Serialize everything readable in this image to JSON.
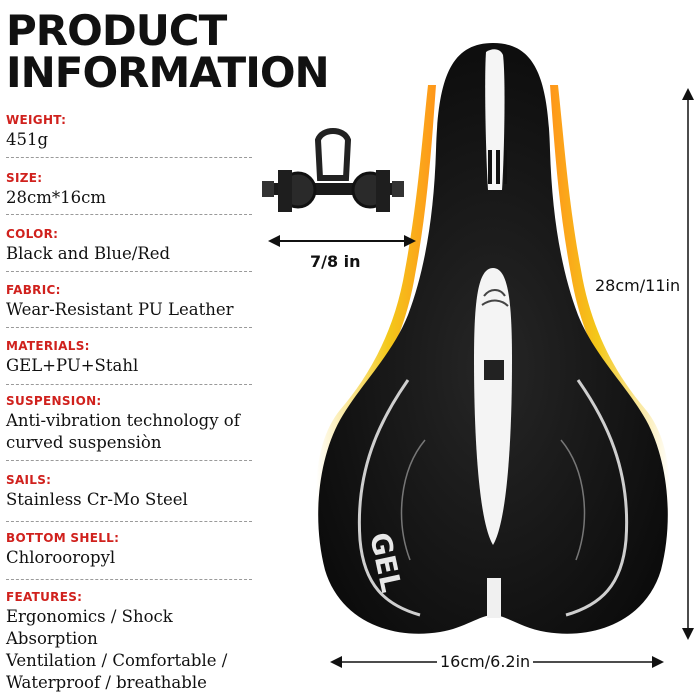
{
  "heading": {
    "line1": "PRODUCT",
    "line2": "INFORMATION"
  },
  "specs": [
    {
      "label": "WEIGHT:",
      "value_lines": [
        "451g"
      ]
    },
    {
      "label": "SIZE:",
      "value_lines": [
        "28cm*16cm"
      ]
    },
    {
      "label": "COLOR:",
      "value_lines": [
        "Black and Blue/Red"
      ]
    },
    {
      "label": "FABRIC:",
      "value_lines": [
        "Wear-Resistant PU Leather"
      ]
    },
    {
      "label": "MATERIALS:",
      "value_lines": [
        "GEL+PU+Stahl"
      ]
    },
    {
      "label": "SUSPENSION:",
      "value_lines": [
        "Anti-vibration technology of",
        "curved suspensiòn"
      ]
    },
    {
      "label": "SAILS:",
      "value_lines": [
        "Stainless Cr-Mo Steel"
      ]
    },
    {
      "label": "BOTTOM SHELL:",
      "value_lines": [
        "Chlorooropyl"
      ]
    },
    {
      "label": "FEATURES:",
      "value_lines": [
        "Ergonomics / Shock Absorption",
        "Ventilation / Comfortable /",
        "Waterproof / breathable"
      ]
    }
  ],
  "dimensions": {
    "rail_width": "7/8 in",
    "length": "28cm/11in",
    "width": "16cm/6.2in"
  },
  "seat_brand": "GEL",
  "colors": {
    "label_red": "#d0211d",
    "seat_black": "#141414",
    "glow_yellow": "#f2c200"
  }
}
